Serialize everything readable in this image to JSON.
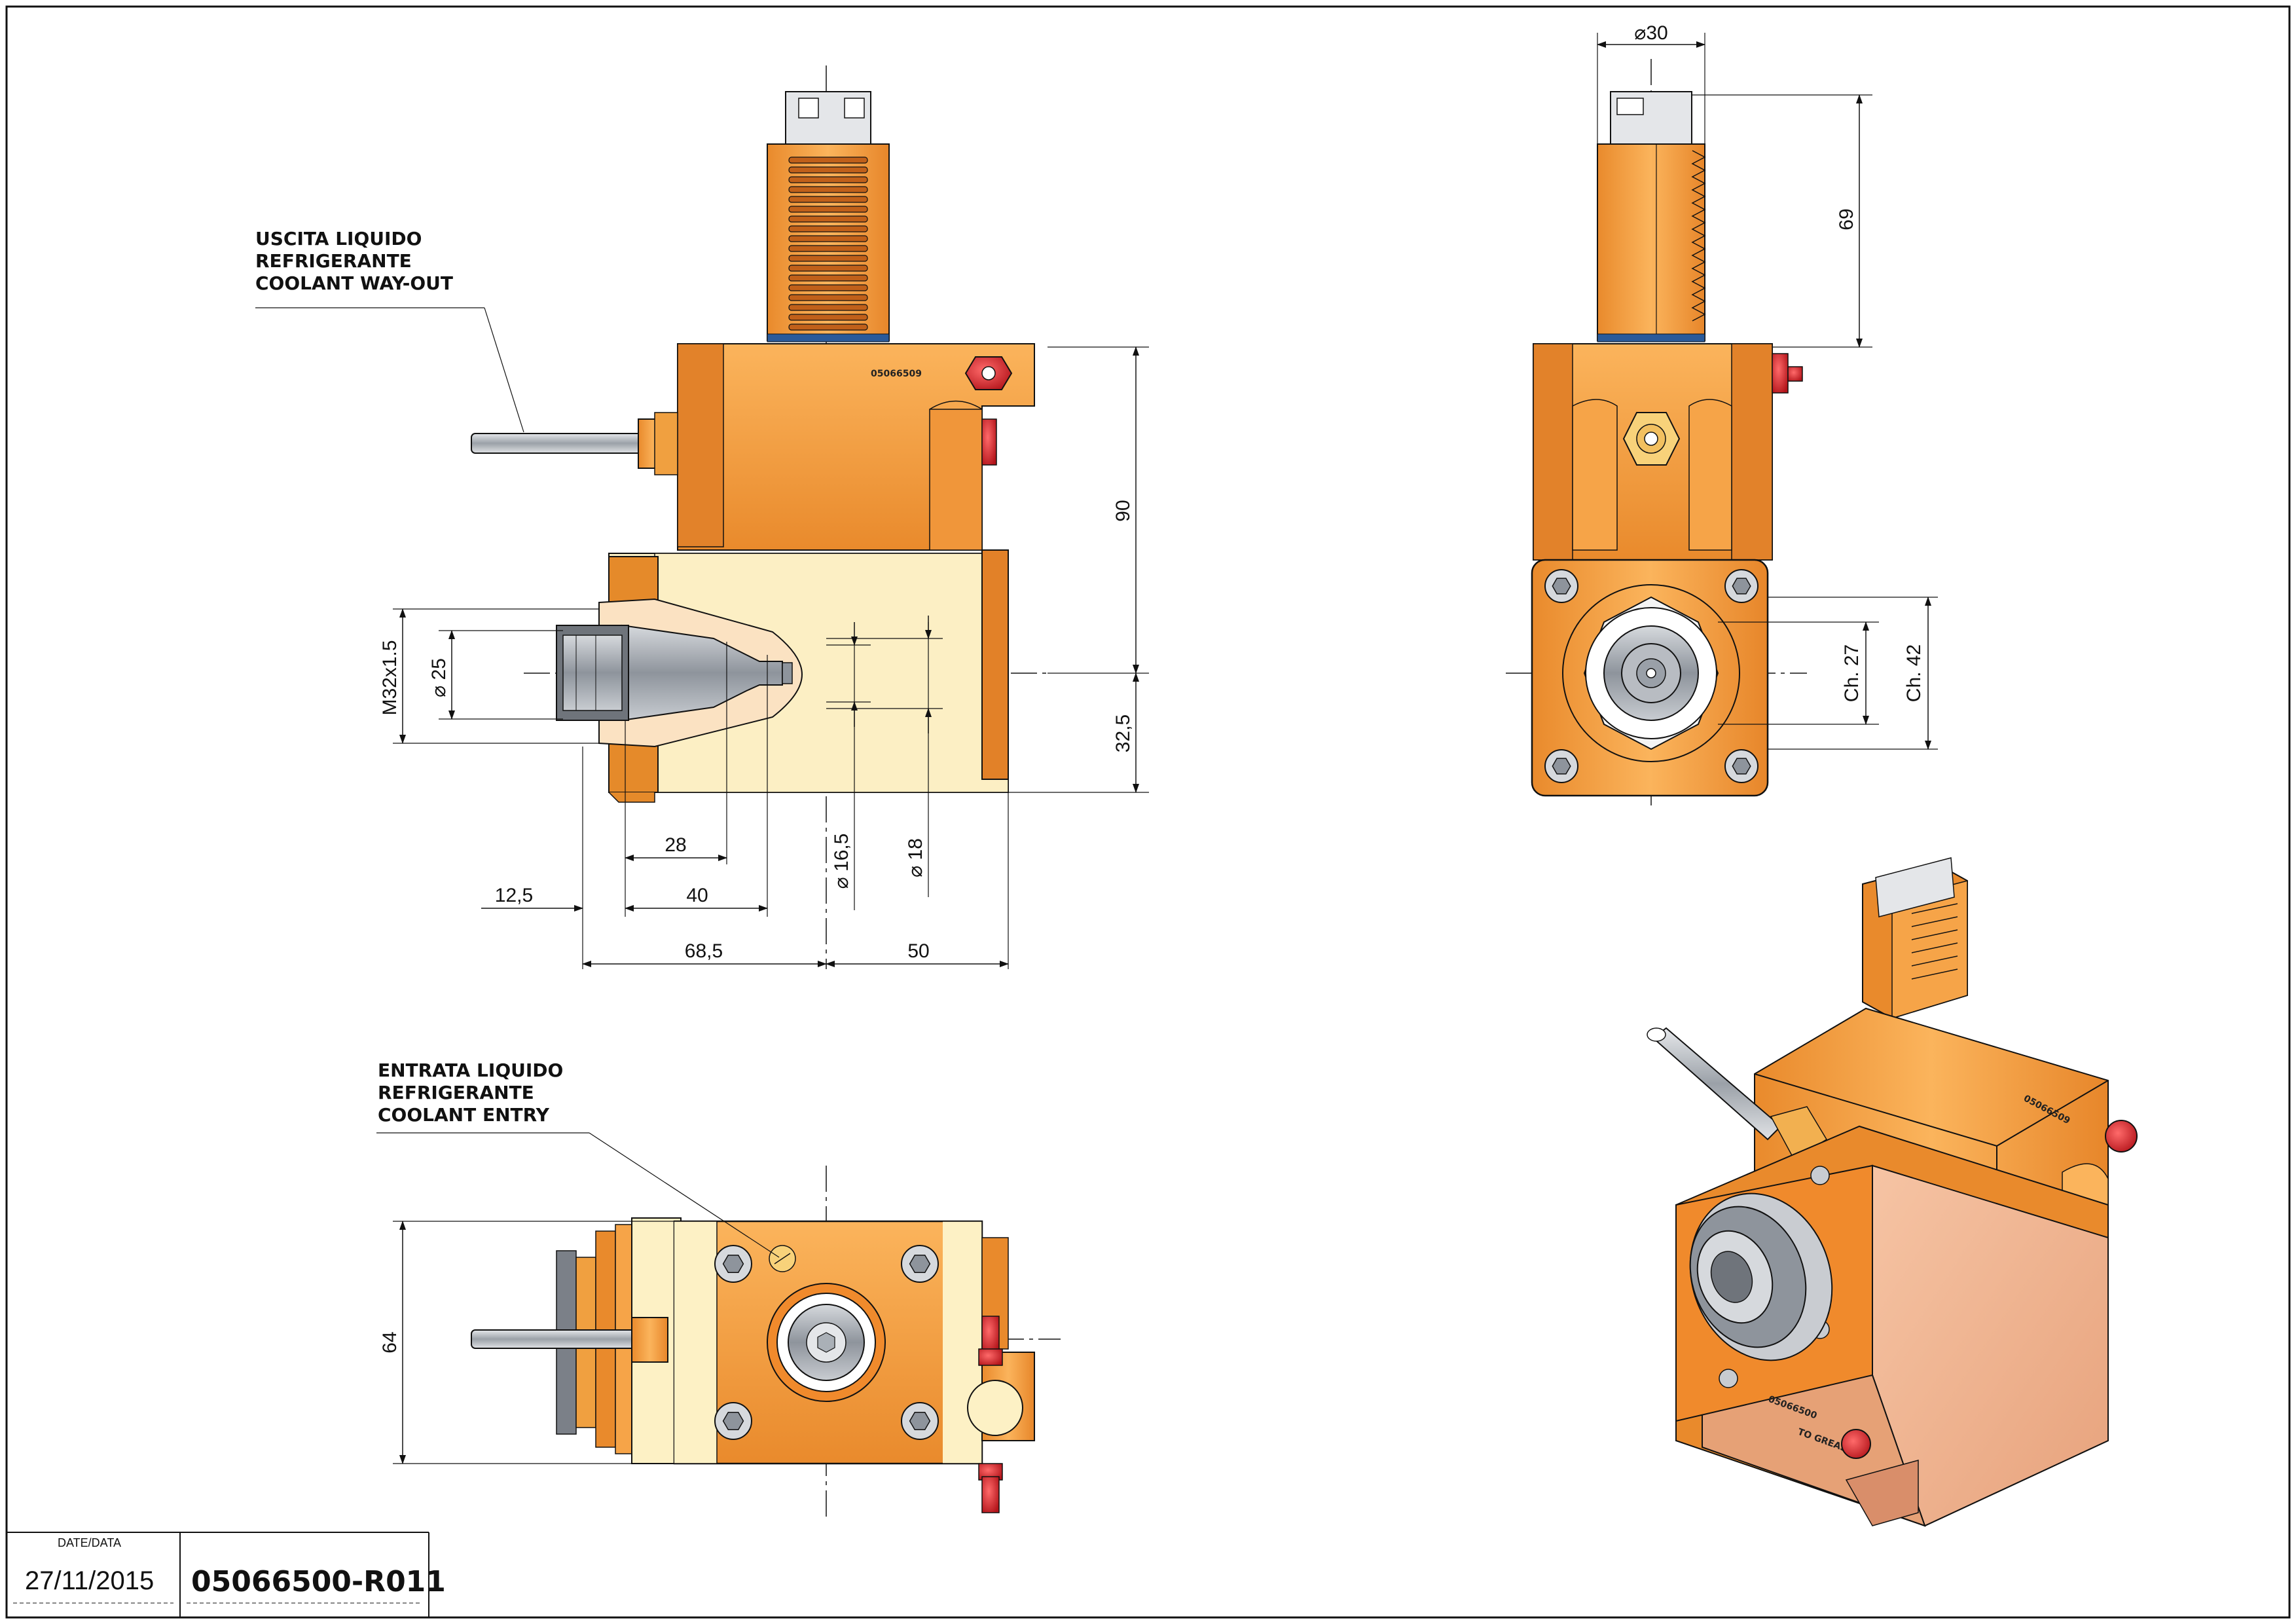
{
  "callouts": {
    "coolant_out": "USCITA LIQUIDO\nREFRIGERANTE\nCOOLANT WAY-OUT",
    "coolant_in": "ENTRATA LIQUIDO\nREFRIGERANTE\nCOOLANT ENTRY"
  },
  "dimensions": {
    "front_view": {
      "height_body": "90",
      "height_lower": "32,5",
      "thread": "M32x1.5",
      "dia_25": "25",
      "len_28": "28",
      "len_40": "40",
      "len_12_5": "12,5",
      "len_68_5": "68,5",
      "len_50": "50",
      "dia_16_5": "16,5",
      "dia_18": "18"
    },
    "side_view": {
      "dia_30": "30",
      "height_69": "69",
      "ch_27": "Ch. 27",
      "ch_42": "Ch. 42"
    },
    "top_view": {
      "width_64": "64"
    }
  },
  "part_markings": {
    "front_serial": "05066509",
    "iso_serial": "05066500",
    "grease_label": "TO GREASE"
  },
  "title_block": {
    "date_label": "DATE/DATA",
    "date": "27/11/2015",
    "drawing_number": "05066500-R011"
  },
  "colors": {
    "body_orange": "#f7a94e",
    "body_dark_orange": "#d9731c",
    "cream_block": "#fdf1c5",
    "steel": "#9aa0a8",
    "red_plug": "#d9232a",
    "line": "#111111"
  }
}
